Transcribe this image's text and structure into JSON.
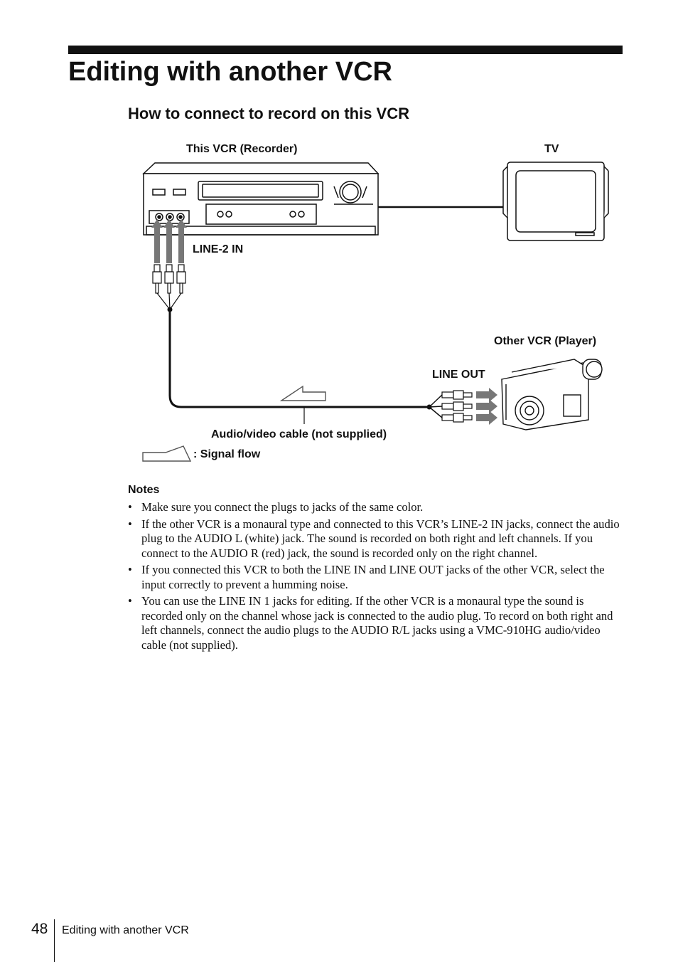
{
  "page": {
    "title": "Editing with another VCR",
    "section_heading": "How to connect to record on this VCR"
  },
  "diagram": {
    "labels": {
      "this_vcr": "This VCR (Recorder)",
      "tv": "TV",
      "line2_in": "LINE-2 IN",
      "other_vcr": "Other VCR (Player)",
      "line_out": "LINE OUT",
      "cable": "Audio/video cable (not supplied)",
      "signal_flow": ": Signal flow"
    },
    "icons": [
      "vcr-recorder-icon",
      "tv-icon",
      "camcorder-icon",
      "rca-plug-icon",
      "signal-flow-arrow-icon"
    ]
  },
  "notes": {
    "heading": "Notes",
    "bullet": "•",
    "items": [
      "Make sure you connect the plugs to jacks of the same color.",
      "If the other VCR is a monaural type and connected to this VCR’s LINE-2 IN jacks, connect the audio plug to the AUDIO L (white) jack.  The sound is recorded on both right and left channels.  If you connect to the AUDIO R (red) jack, the sound is recorded only on the right channel.",
      "If you connected this VCR to both the LINE IN and LINE OUT jacks of the other VCR, select the input correctly to prevent a humming noise.",
      "You can use the LINE IN 1 jacks for editing.  If the other VCR is a monaural type the sound is recorded only on the channel whose jack is connected to the audio plug.  To record on both right and left channels, connect the audio plugs to the AUDIO R/L jacks using a VMC-910HG audio/video cable (not supplied)."
    ]
  },
  "footer": {
    "page_number": "48",
    "section": "Editing with another VCR"
  }
}
